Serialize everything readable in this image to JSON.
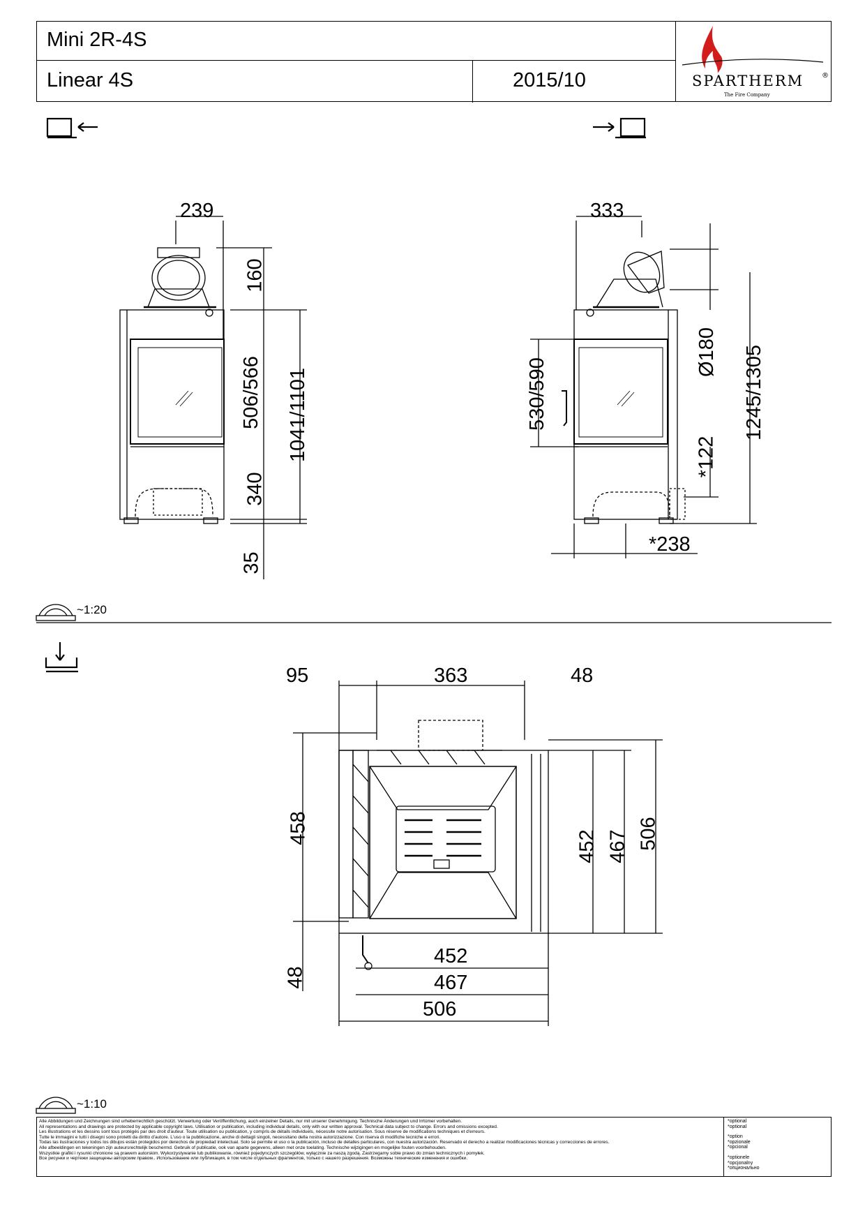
{
  "title_block": {
    "model": "Mini 2R-4S",
    "variant": "Linear 4S",
    "date": "2015/10",
    "brand": "SPARTHERM",
    "brand_tagline": "The Fire Company",
    "brand_mark": "®"
  },
  "views": {
    "front": {
      "dims": {
        "top_width": "239",
        "flue_height": "160",
        "glass_height": "506/566",
        "total_height": "1041/1101",
        "base_height": "340",
        "foot_height": "35"
      }
    },
    "side": {
      "dims": {
        "top_width": "333",
        "glass_height": "530/590",
        "flue_diameter": "Ø180",
        "optional_height": "*122",
        "total_height": "1245/1305",
        "optional_depth": "*238"
      }
    },
    "plan": {
      "dims": {
        "left_offset": "95",
        "inner_width": "363",
        "right_offset": "48",
        "left_depth": "458",
        "depth_452": "452",
        "depth_467": "467",
        "depth_506": "506",
        "front_offset": "48",
        "width_452": "452",
        "width_467": "467",
        "width_506": "506"
      }
    }
  },
  "scales": {
    "elevation": "~1:20",
    "plan": "~1:10"
  },
  "disclaimer": {
    "lines": [
      "Alle Abbildungen und Zeichnungen sind urheberrechtlich geschützt. Verwertung oder Veröffentlichung, auch einzelner Details, nur mit unserer Genehmigung. Technische Änderungen und Irrtümer vorbehalten.",
      "All representations and drawings are protected by applicable copyright laws. Utilisation or publication, including individual details, only with our written approval. Technical data subject to change. Errors and omissions excepted.",
      "Les illustrations et les dessins sont tous protégés par des droit d'auteur. Toute utilisation ou publication, y compris de détails individuels, nécessite notre autorisation. Sous réserve de modifications techniques et d'erreurs.",
      "Tutte le immagini e tutti i disegni sono protetti da diritto d'autore. L'uso o la pubblicazione, anche di dettagli singoli, necessitano della nostra autorizzazione. Con riserva di modifiche tecniche e errori.",
      "Todas las ilustraciones y todos los dibujos están protegidos por derechos de propiedad intelectual. Solo se permite el uso o la publicación, incluso de detalles particulares, con nuestra autorización. Reservado el derecho a realizar modificaciones técnicas y correcciones de errores.",
      "Alle afbeeldingen en tekeningen zijn auteursrechtelijk beschermd. Gebruik of publicatie, ook van aparte gegevens, alleen met onze toelating. Technische wijzigingen en mogelijke fouten voorbehouden.",
      "Wszystkie grafiki i rysunki chronione są prawem autorskim. Wykorzystywanie lub publikowanie, również pojedynczych szczegółów, wyłącznie za naszą zgodą. Zastrzegamy sobie prawo do zmian technicznych i pomyłek.",
      "Все рисунки и чертежи защищены авторским правом.. Использование или публикация, в том числе отдельных фрагментов, только с нашего разрешения. Возможны технические изменения и ошибки."
    ],
    "optional_labels": [
      "*optional",
      "*optional",
      "*option",
      "*opzionale",
      "*opcional",
      "*optionele",
      "*opcjonalny",
      "*опционально"
    ]
  }
}
